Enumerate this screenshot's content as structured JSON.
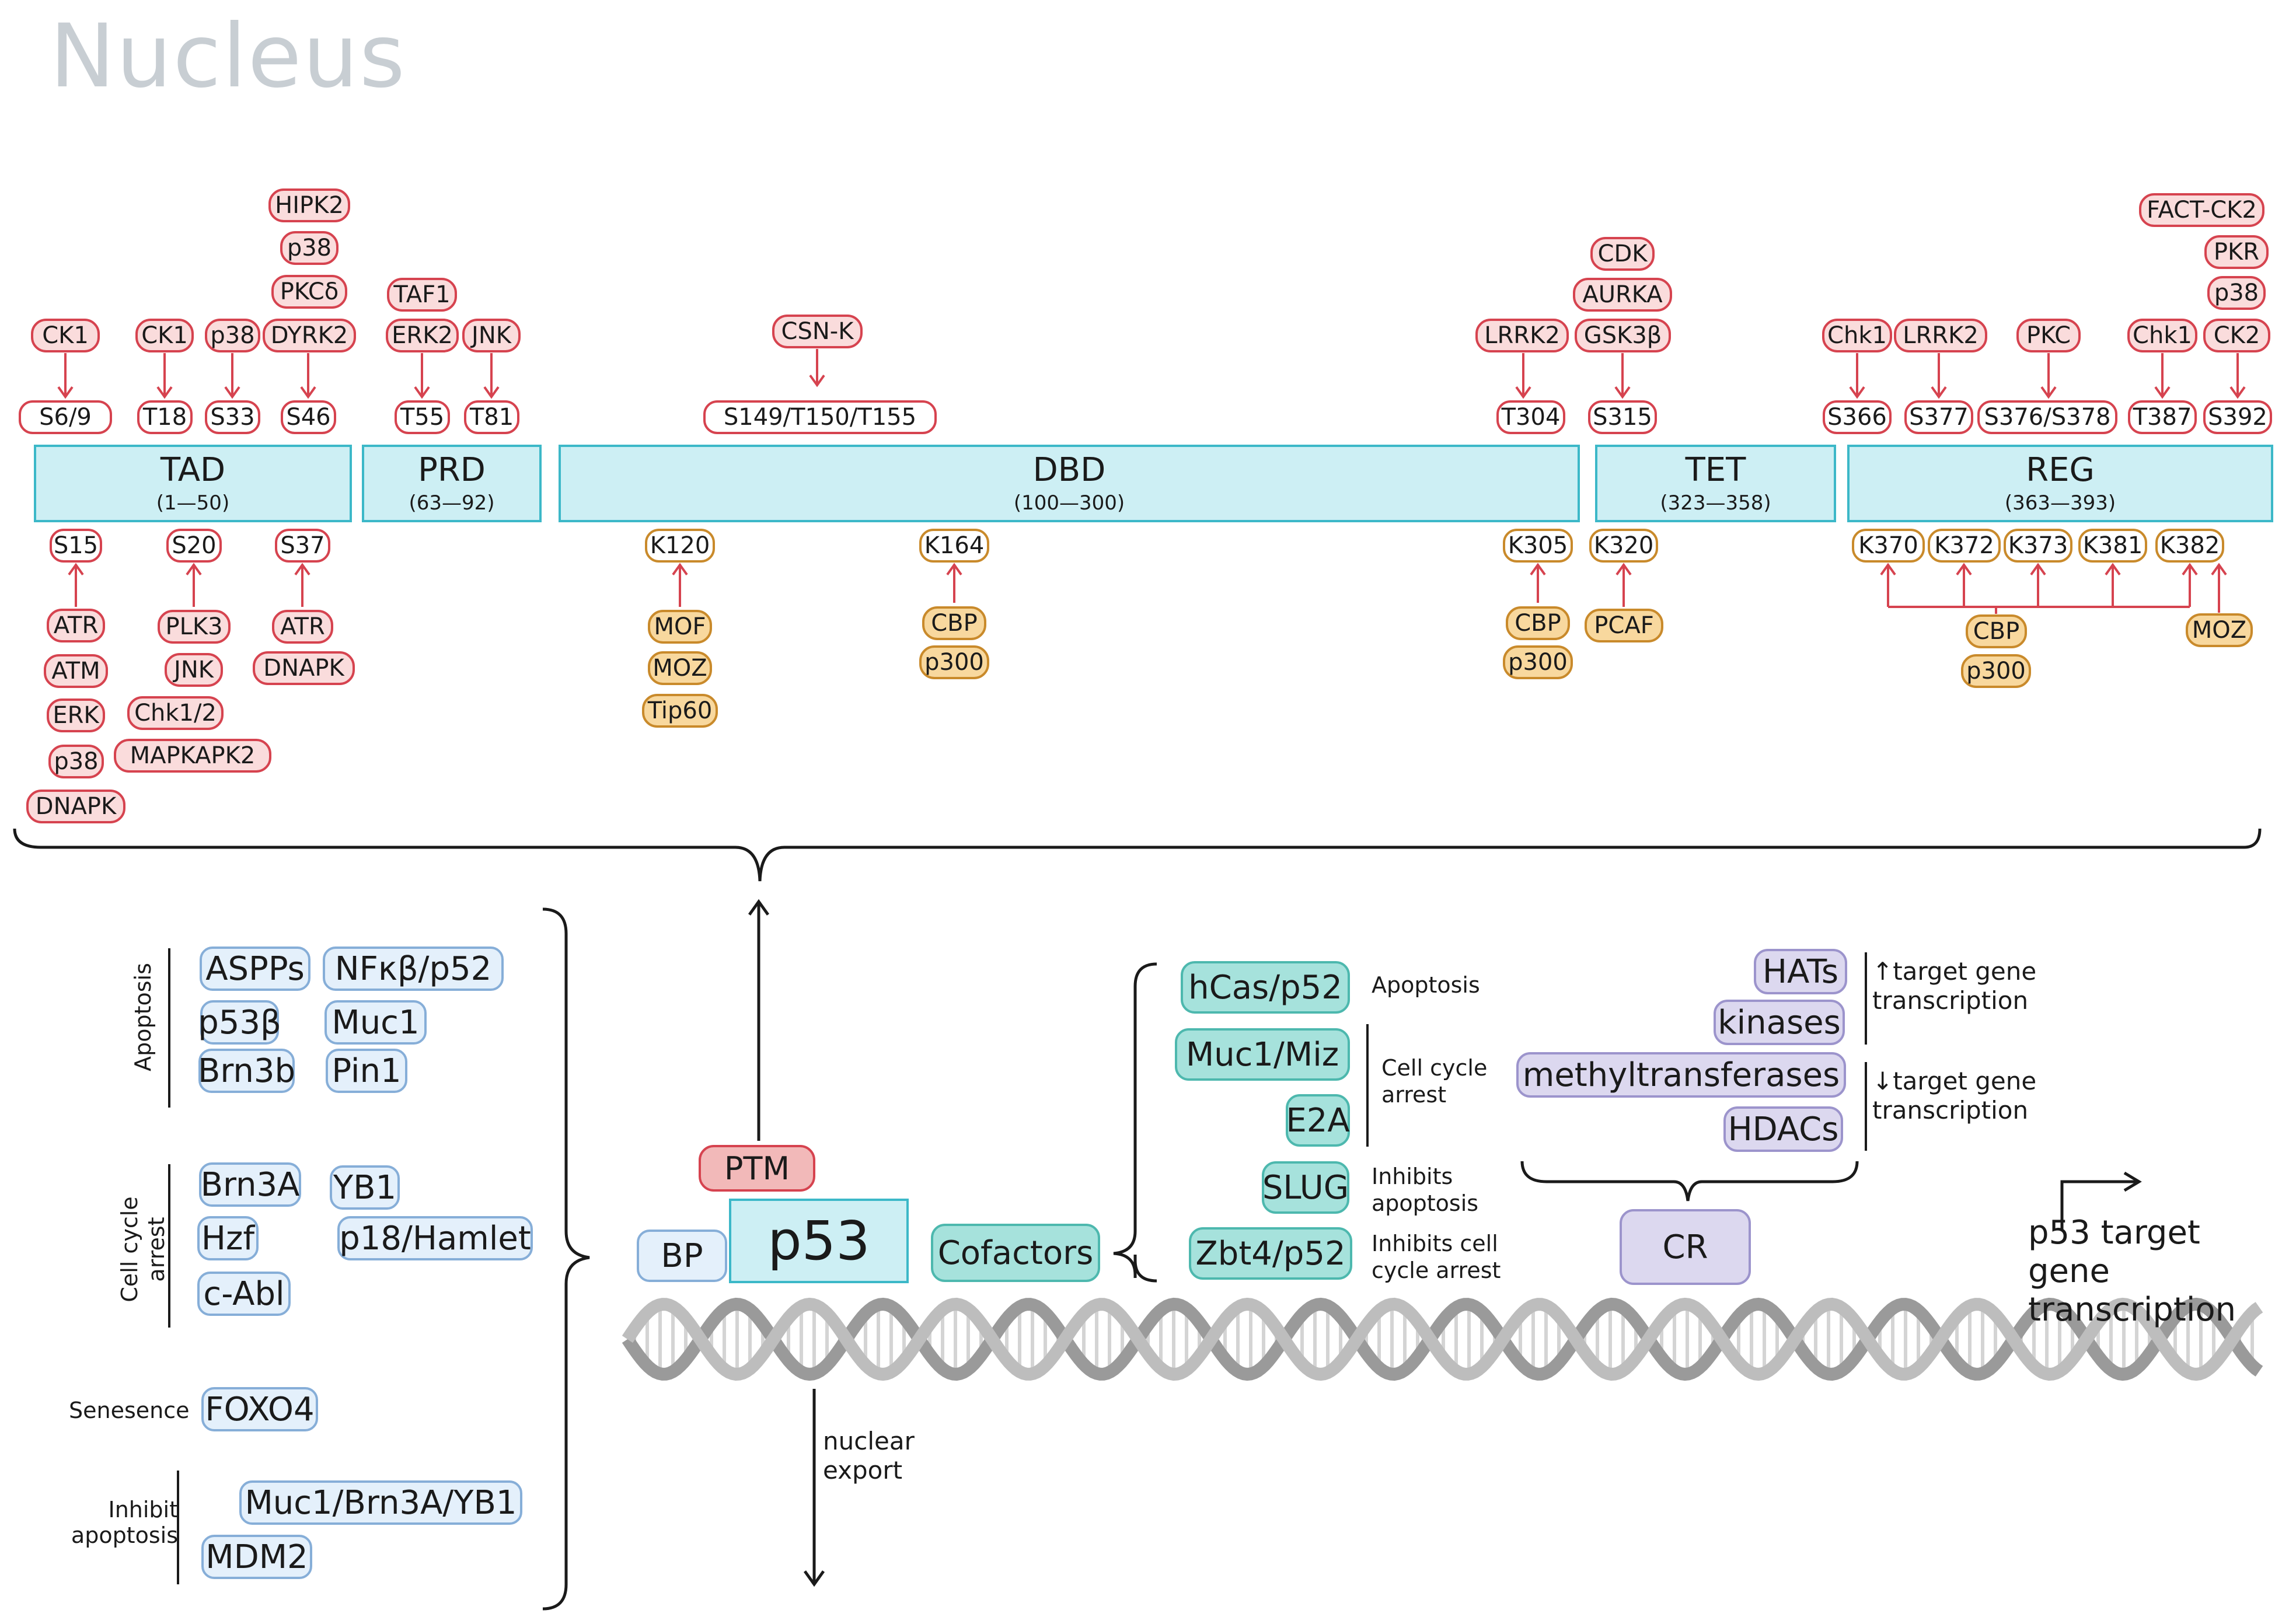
{
  "title": "Nucleus",
  "domains": [
    {
      "name": "TAD",
      "range": "(1—50)"
    },
    {
      "name": "PRD",
      "range": "(63—92)"
    },
    {
      "name": "DBD",
      "range": "(100—300)"
    },
    {
      "name": "TET",
      "range": "(323—358)"
    },
    {
      "name": "REG",
      "range": "(363—393)"
    }
  ],
  "phospho_sites_top": [
    "S6/9",
    "T18",
    "S33",
    "S46",
    "T55",
    "T81",
    "S149/T150/T155",
    "T304",
    "S315",
    "S366",
    "S377",
    "S376/S378",
    "T387",
    "S392"
  ],
  "kinases_top": {
    "s6_9": [
      "CK1"
    ],
    "t18": [
      "CK1"
    ],
    "s33": [
      "p38"
    ],
    "s46": [
      "HIPK2",
      "p38",
      "PKCδ",
      "DYRK2"
    ],
    "t55": [
      "TAF1",
      "ERK2"
    ],
    "t81": [
      "JNK"
    ],
    "s149": [
      "CSN-K"
    ],
    "t304": [
      "LRRK2"
    ],
    "s315": [
      "CDK",
      "AURKA",
      "GSK3β"
    ],
    "s366": [
      "Chk1"
    ],
    "s377": [
      "LRRK2"
    ],
    "s376": [
      "PKC"
    ],
    "t387": [
      "Chk1"
    ],
    "s392": [
      "FACT-CK2",
      "PKR",
      "p38",
      "CK2"
    ]
  },
  "phospho_sites_bottom": [
    "S15",
    "S20",
    "S37"
  ],
  "kinases_bottom": {
    "s15": [
      "ATR",
      "ATM",
      "ERK",
      "p38",
      "DNAPK"
    ],
    "s20": [
      "PLK3",
      "JNK",
      "Chk1/2",
      "MAPKAPK2"
    ],
    "s37": [
      "ATR",
      "DNAPK"
    ]
  },
  "acetyl_sites": [
    "K120",
    "K164",
    "K305",
    "K320",
    "K370",
    "K372",
    "K373",
    "K381",
    "K382"
  ],
  "acetyltransferases": {
    "k120": [
      "MOF",
      "MOZ",
      "Tip60"
    ],
    "k164": [
      "CBP",
      "p300"
    ],
    "k305": [
      "CBP",
      "p300"
    ],
    "k320": [
      "PCAF"
    ],
    "reg": [
      "CBP",
      "p300"
    ],
    "k382": [
      "MOZ"
    ]
  },
  "binding_proteins": {
    "apoptosis": {
      "label": "Apoptosis",
      "items": [
        "ASPPs",
        "NFκβ/p52",
        "p53β",
        "Muc1",
        "Brn3b",
        "Pin1"
      ]
    },
    "cell_cycle": {
      "label": "Cell cycle\narrest",
      "items": [
        "Brn3A",
        "YB1",
        "Hzf",
        "p18/Hamlet",
        "c-Abl"
      ]
    },
    "senescence": {
      "label": "Senesence",
      "items": [
        "FOXO4"
      ]
    },
    "inhibit": {
      "label": "Inhibit\napoptosis",
      "items": [
        "Muc1/Brn3A/YB1",
        "MDM2"
      ]
    }
  },
  "center": {
    "bp": "BP",
    "p53": "p53",
    "ptm": "PTM",
    "cofactors": "Cofactors",
    "nuclear_export": "nuclear\nexport"
  },
  "cofactors": [
    {
      "name": "hCas/p52",
      "function": "Apoptosis"
    },
    {
      "name": "Muc1/Miz",
      "function": "Cell cycle\narrest"
    },
    {
      "name": "E2A",
      "function": ""
    },
    {
      "name": "SLUG",
      "function": "Inhibits\napoptosis"
    },
    {
      "name": "Zbt4/p52",
      "function": "Inhibits cell\ncycle arrest"
    }
  ],
  "coregulators": {
    "label": "CR",
    "items": [
      "HATs",
      "kinases",
      "methyltransferases",
      "HDACs"
    ],
    "up_text": "↑target gene\ntranscription",
    "down_text": "↓target gene\ntranscription"
  },
  "target": "p53 target gene\ntranscription",
  "colors": {
    "kinase_fill": "#fadcdc",
    "kinase_border": "#d6434f",
    "acetyl_fill": "#f8d89e",
    "acetyl_border": "#c98a2b",
    "domain_fill": "#cdeff4",
    "domain_border": "#3cb8c8",
    "bp_fill": "#e4f0fb",
    "cofactor_fill": "#a6e2dc",
    "cr_fill": "#dcd8ef"
  }
}
